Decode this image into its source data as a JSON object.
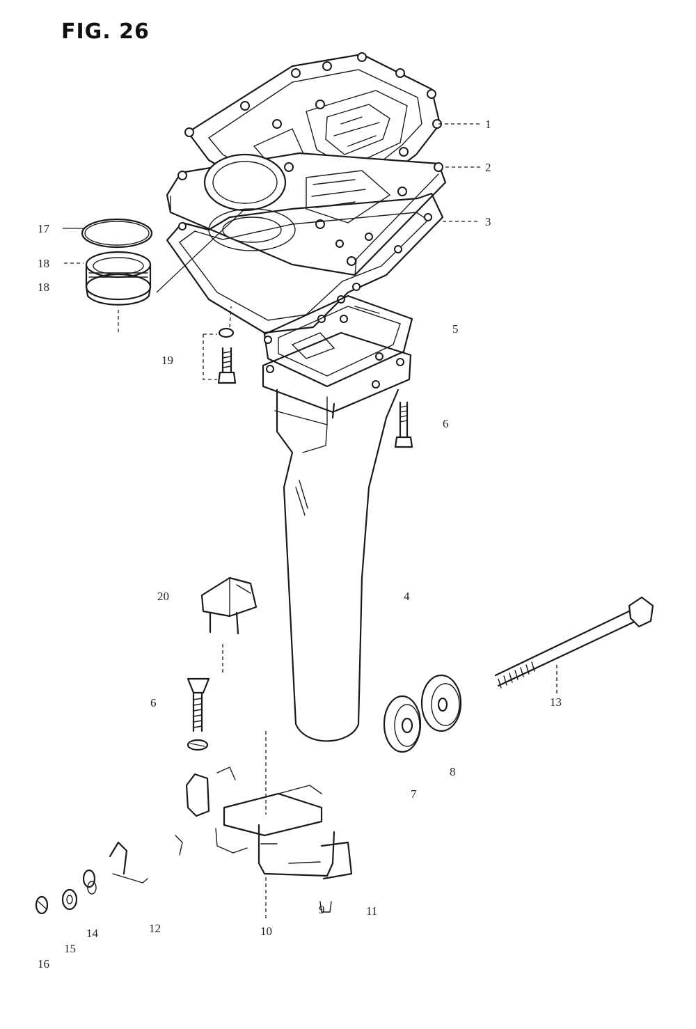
{
  "figure": {
    "title": "FIG. 26"
  },
  "callouts": [
    {
      "id": "1",
      "text": "1"
    },
    {
      "id": "2",
      "text": "2"
    },
    {
      "id": "3",
      "text": "3"
    },
    {
      "id": "4",
      "text": "4"
    },
    {
      "id": "5",
      "text": "5"
    },
    {
      "id": "6",
      "text": "6"
    },
    {
      "id": "6b",
      "text": "6"
    },
    {
      "id": "7",
      "text": "7"
    },
    {
      "id": "8",
      "text": "8"
    },
    {
      "id": "9",
      "text": "9"
    },
    {
      "id": "10",
      "text": "10"
    },
    {
      "id": "11",
      "text": "11"
    },
    {
      "id": "12",
      "text": "12"
    },
    {
      "id": "13",
      "text": "13"
    },
    {
      "id": "14",
      "text": "14"
    },
    {
      "id": "15",
      "text": "15"
    },
    {
      "id": "16",
      "text": "16"
    },
    {
      "id": "17",
      "text": "17"
    },
    {
      "id": "18a",
      "text": "18"
    },
    {
      "id": "18b",
      "text": "18"
    },
    {
      "id": "19",
      "text": "19"
    },
    {
      "id": "20",
      "text": "20"
    }
  ]
}
